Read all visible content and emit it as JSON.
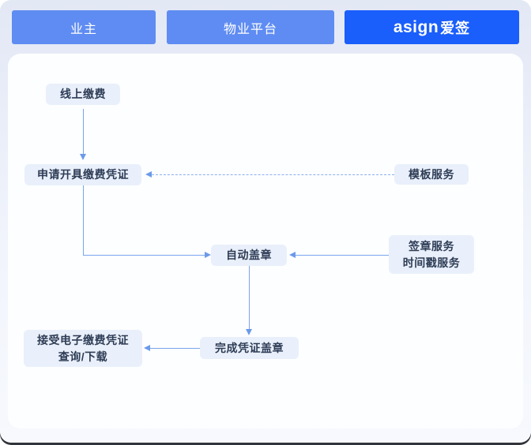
{
  "header": {
    "actors": [
      {
        "label": "业主"
      },
      {
        "label": "物业平台"
      }
    ],
    "brand": {
      "latin": "asign",
      "cjk": "爱签"
    }
  },
  "flow": {
    "online_payment": "线上缴费",
    "apply_voucher": "申请开具缴费凭证",
    "template_service": "模板服务",
    "auto_stamp": "自动盖章",
    "signature_service_line1": "签章服务",
    "signature_service_line2": "时间戳服务",
    "complete_stamp": "完成凭证盖章",
    "receive_line1": "接受电子缴费凭证",
    "receive_line2": "查询/下载"
  },
  "colors": {
    "lane_blue": "#5F8CF2",
    "brand_blue": "#1A5EFB",
    "node_background": "#E9F0FB",
    "node_text": "#2E3C55",
    "arrow": "#79A5EE",
    "panel_background": "#FDFEFF",
    "page_background_top": "#E3E8F5",
    "page_background_bottom": "#F7F9FE"
  }
}
